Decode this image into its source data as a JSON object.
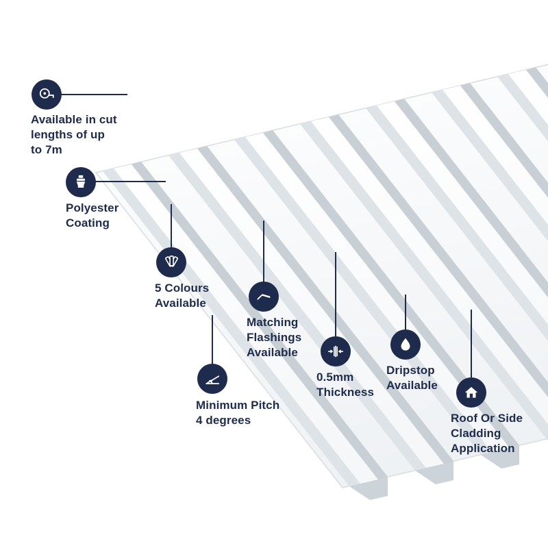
{
  "colors": {
    "accent_navy": "#1e2b4c",
    "sheet_white": "#ffffff",
    "sheet_shadow": "#c8d0d6",
    "sheet_light": "#dde3e7"
  },
  "illustration": {
    "subject": "white box-profile corrugated roofing sheet shown in perspective"
  },
  "callouts": [
    {
      "id": "cut-lengths",
      "icon": "tape-measure-icon",
      "label": "Available in cut\nlengths of up\nto 7m"
    },
    {
      "id": "polyester-coating",
      "icon": "paint-brush-icon",
      "label": "Polyester\nCoating"
    },
    {
      "id": "five-colours",
      "icon": "colour-fan-icon",
      "label": "5 Colours\nAvailable"
    },
    {
      "id": "matching-flashings",
      "icon": "flashing-icon",
      "label": "Matching\nFlashings\nAvailable"
    },
    {
      "id": "minimum-pitch",
      "icon": "pitch-angle-icon",
      "label": "Minimum Pitch\n4 degrees"
    },
    {
      "id": "thickness",
      "icon": "thickness-icon",
      "label": "0.5mm\nThickness"
    },
    {
      "id": "dripstop",
      "icon": "droplet-icon",
      "label": "Dripstop\nAvailable"
    },
    {
      "id": "cladding-application",
      "icon": "house-icon",
      "label": "Roof Or Side\nCladding\nApplication"
    }
  ]
}
